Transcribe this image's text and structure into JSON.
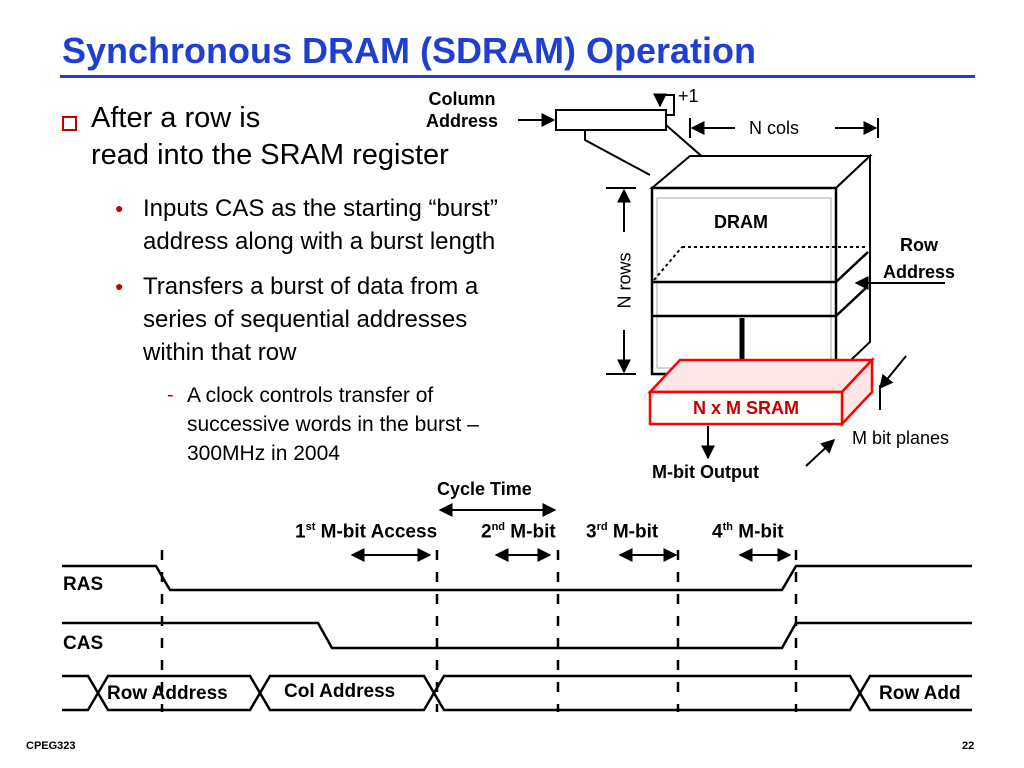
{
  "slide": {
    "title": "Synchronous DRAM (SDRAM) Operation",
    "bullets": {
      "main_line1": "After a row is",
      "main_line2": "read into the SRAM register",
      "sub1_line1": "Inputs CAS as the starting “burst”",
      "sub1_line2": "address along with a burst length",
      "sub2_line1": "Transfers a burst of data from a",
      "sub2_line2": "series of sequential addresses",
      "sub2_line3": "within that row",
      "sub3_line1": "A clock controls transfer of",
      "sub3_line2": "successive words in the burst –",
      "sub3_line3": "300MHz in 2004"
    }
  },
  "diagram": {
    "column_address_line1": "Column",
    "column_address_line2": "Address",
    "plus_one": "+1",
    "n_cols": "N cols",
    "dram": "DRAM",
    "row_address_line1": "Row",
    "row_address_line2": "Address",
    "n_rows": "N rows",
    "sram": "N x M SRAM",
    "m_bit_planes": "M bit planes",
    "m_bit_output": "M-bit Output"
  },
  "timing": {
    "cycle_time": "Cycle Time",
    "access1_num": "1",
    "access1_sup": "st",
    "access1_rest": " M-bit Access",
    "access2_num": "2",
    "access2_sup": "nd",
    "access2_rest": " M-bit",
    "access3_num": "3",
    "access3_sup": "rd",
    "access3_rest": " M-bit",
    "access4_num": "4",
    "access4_sup": "th",
    "access4_rest": " M-bit",
    "ras": "RAS",
    "cas": "CAS",
    "row_address": "Row Address",
    "col_address": "Col Address",
    "row_add": "Row Add"
  },
  "footer": {
    "course": "CPEG323",
    "page": "22"
  },
  "colors": {
    "title": "#1f3fd0",
    "accent": "#c00000"
  }
}
